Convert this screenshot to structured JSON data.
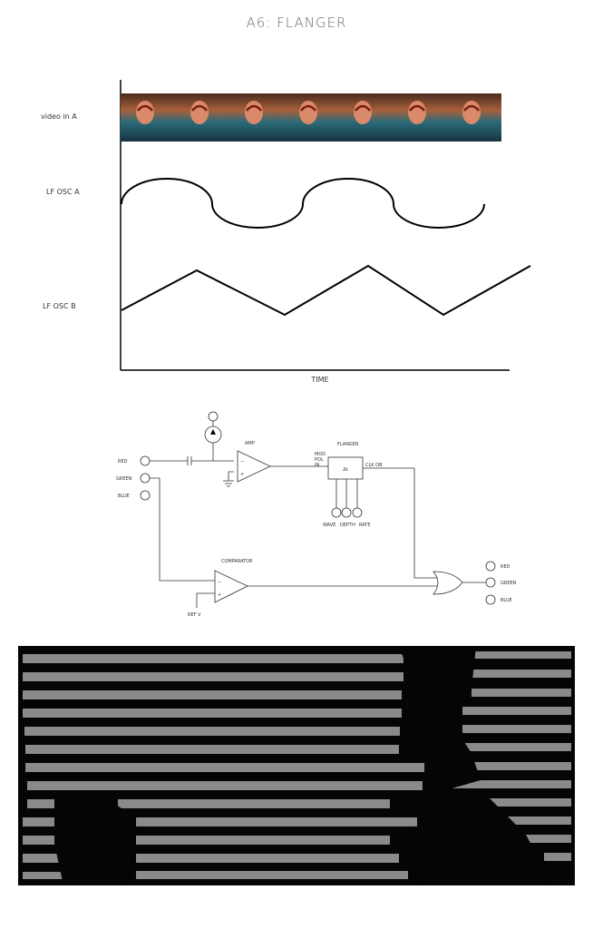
{
  "title": "A6: FLANGER",
  "timing_diagram": {
    "rows": [
      {
        "label": "video in A"
      },
      {
        "label": "LF OSC A"
      },
      {
        "label": "LF OSC B"
      }
    ],
    "x_axis_label": "TIME",
    "video_frame_count": 7
  },
  "schematic": {
    "inputs": [
      "RED",
      "GREEN",
      "BLUE"
    ],
    "outputs": [
      "RED",
      "GREEN",
      "BLUE"
    ],
    "amp_label": "AMP",
    "flanger_label": "FLANGER",
    "flanger_symbol": "Δt",
    "flanger_in_labels": [
      "MOD",
      "POL",
      "IN"
    ],
    "flanger_out_label": "CLK OB",
    "flanger_knobs": [
      "WAVE",
      "DEPTH",
      "RATE"
    ],
    "comparator_label": "COMPARATOR",
    "ref_label": "REF V",
    "opamp_minus": "−",
    "opamp_plus": "+"
  },
  "colors": {
    "ink": "#000000",
    "title_gray": "#6a6a6a",
    "photo_bg": "#050505",
    "photo_stripe": "#8a8a8a"
  }
}
